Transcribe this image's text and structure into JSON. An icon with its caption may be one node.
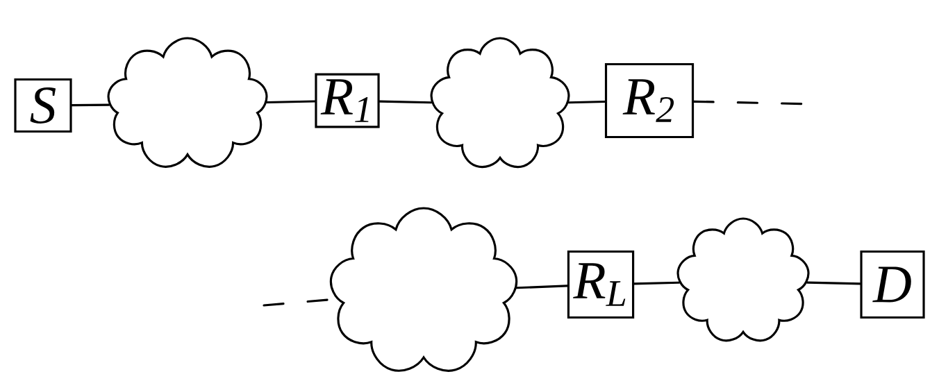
{
  "diagram": {
    "nodes": [
      {
        "text": [
          "S"
        ]
      },
      {
        "text": [],
        "shape": "cloud"
      },
      {
        "text": [
          "R$_{1}$"
        ]
      },
      {
        "text": [],
        "shape": "cloud"
      },
      {
        "text": [
          "R$_{2}$"
        ]
      },
      {
        "text": [],
        "shape": "cloud"
      },
      {
        "text": [
          "R$_{L}$"
        ]
      },
      {
        "text": [],
        "shape": "cloud"
      },
      {
        "text": [
          "D"
        ]
      }
    ],
    "edges": [
      {
        "from": 0,
        "to": 1,
        "arrow": "none"
      },
      {
        "from": 1,
        "to": 2,
        "arrow": "none"
      },
      {
        "from": 2,
        "to": 3,
        "arrow": "none"
      },
      {
        "from": 3,
        "to": 4,
        "arrow": "none"
      },
      {
        "from": 4,
        "to": null,
        "arrow": "none",
        "style": "dashed"
      },
      {
        "from": null,
        "to": 5,
        "arrow": "none",
        "style": "dashed"
      },
      {
        "from": 5,
        "to": 6,
        "arrow": "none"
      },
      {
        "from": 6,
        "to": 7,
        "arrow": "none"
      },
      {
        "from": 7,
        "to": 8,
        "arrow": "none"
      }
    ]
  }
}
